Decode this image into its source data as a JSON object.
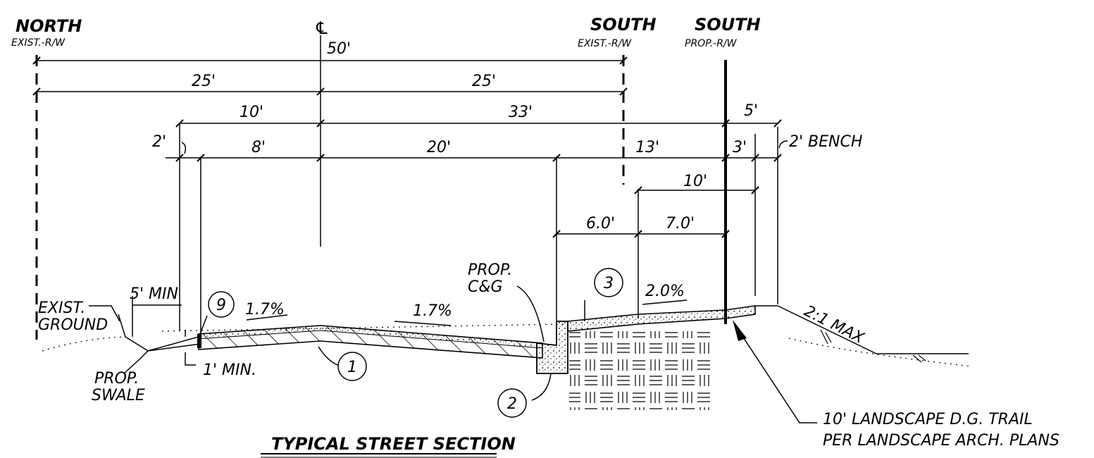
{
  "headings": {
    "north": "NORTH",
    "north_sub": "EXIST.-R/W",
    "south_exist": "SOUTH",
    "south_exist_sub": "EXIST.-R/W",
    "south_prop": "SOUTH",
    "south_prop_sub": "PROP.-R/W",
    "centerline": "℄"
  },
  "dimensions": {
    "d50": "50'",
    "d25_left": "25'",
    "d25_right": "25'",
    "d10": "10'",
    "d33": "33'",
    "d5": "5'",
    "d2": "2'",
    "d8": "8'",
    "d20": "20'",
    "d13": "13'",
    "d3": "3'",
    "bench": "2' BENCH",
    "d10_trail": "10'",
    "d6": "6.0'",
    "d7": "7.0'",
    "min5": "5' MIN",
    "min1": "1' MIN."
  },
  "slopes": {
    "left": "1.7%",
    "right": "1.7%",
    "walk": "2.0%",
    "side": "2:1 MAX"
  },
  "labels": {
    "exist_ground_1": "EXIST.",
    "exist_ground_2": "GROUND",
    "prop_swale_1": "PROP.",
    "prop_swale_2": "SWALE",
    "prop_cg_1": "PROP.",
    "prop_cg_2": "C&G",
    "trail_1": "10' LANDSCAPE D.G. TRAIL",
    "trail_2": "PER LANDSCAPE ARCH. PLANS",
    "title": "TYPICAL STREET SECTION"
  },
  "callouts": {
    "c1": "1",
    "c2": "2",
    "c3": "3",
    "c9": "9"
  }
}
